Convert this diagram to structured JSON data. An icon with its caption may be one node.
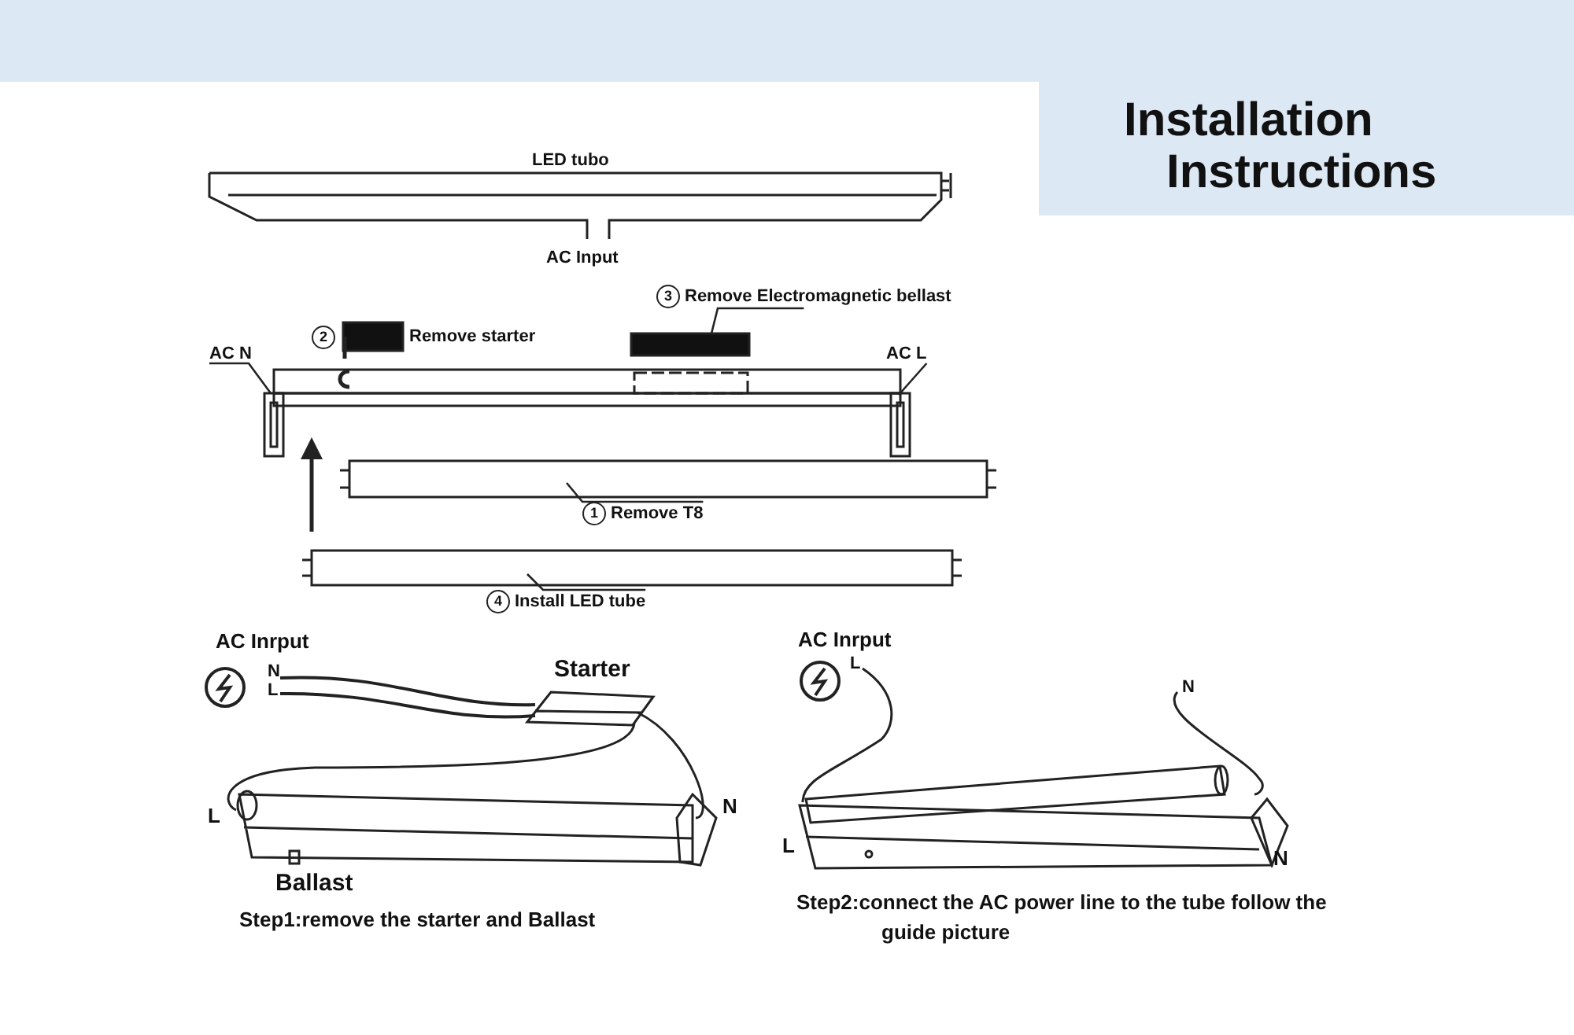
{
  "diagram": {
    "title": "Installation Instructions",
    "nodes": [
      {
        "text": [
          "3",
          "Remove Electromagnetic bellast"
        ]
      },
      {
        "text": [
          "2",
          "Remove starter"
        ]
      },
      {
        "text": [
          "AC N"
        ]
      },
      {
        "text": [
          "AC L"
        ]
      },
      {
        "text": [
          "1",
          "Remove T8"
        ]
      },
      {
        "text": [
          "4",
          "Install LED tube"
        ]
      }
    ],
    "edges": [
      {
        "from": 0,
        "to": null,
        "arrow": "none"
      },
      {
        "from": 2,
        "to": null,
        "arrow": "none"
      },
      {
        "from": 3,
        "to": null,
        "arrow": "none"
      },
      {
        "from": 4,
        "to": null,
        "arrow": "none"
      },
      {
        "from": 5,
        "to": null,
        "arrow": "none"
      }
    ],
    "labels": [
      "LED tubo",
      "AC Input",
      "AC Inrput",
      "N",
      "L",
      "Starter",
      "L",
      "N",
      "Ballast",
      "Step1:remove the starter and Ballast",
      "AC Inrput",
      "L",
      "N",
      "L",
      "N",
      "Step2:connect the AC power line to the tube follow the guide picture"
    ]
  }
}
